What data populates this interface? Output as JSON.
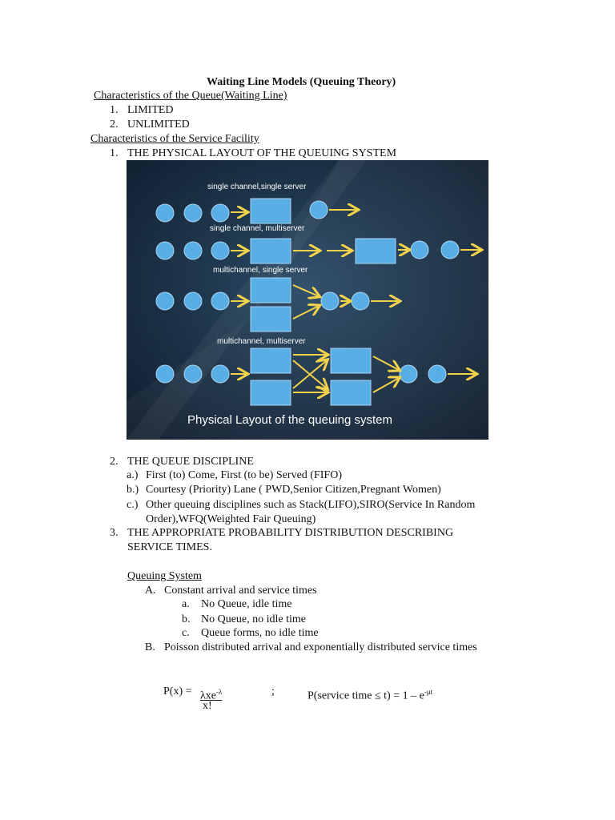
{
  "title": "Waiting Line Models (Queuing Theory)",
  "queue_characteristics": {
    "heading": "Characteristics of the Queue(Waiting Line)",
    "items": [
      {
        "num": "1.",
        "text": "LIMITED"
      },
      {
        "num": "2.",
        "text": "UNLIMITED"
      }
    ]
  },
  "service_facility": {
    "heading": "Characteristics  of the Service Facility",
    "item1": {
      "num": "1.",
      "text": "THE PHYSICAL LAYOUT OF THE QUEUING SYSTEM"
    }
  },
  "figure": {
    "labels": {
      "single_single": "single channel,single server",
      "single_multi": "single channel, multiserver",
      "multi_single": "multichannel, single server",
      "multi_multi": "multichannel, multiserver"
    },
    "caption": "Physical Layout of the queuing system",
    "colors": {
      "background": "#16263a",
      "node": "#5aaee6",
      "arrow": "#f2d24b"
    }
  },
  "discipline": {
    "num": "2.",
    "heading": "THE QUEUE DISCIPLINE",
    "items": [
      {
        "mark": "a.)",
        "text": "First (to) Come, First (to be) Served (FIFO)"
      },
      {
        "mark": "b.)",
        "text": "Courtesy (Priority) Lane ( PWD,Senior Citizen,Pregnant Women)"
      },
      {
        "mark": "c.)",
        "text": "Other queuing disciplines such as Stack(LIFO),SIRO(Service In Random",
        "cont": "Order),WFQ(Weighted Fair Queuing)"
      }
    ]
  },
  "distribution": {
    "num": "3.",
    "line1": "THE APPROPRIATE PROBABILITY DISTRIBUTION DESCRIBING",
    "line2": "SERVICE TIMES."
  },
  "queuing_system": {
    "heading": "Queuing System",
    "A": {
      "mark": "A.",
      "text": "Constant arrival and service times"
    },
    "A_items": [
      {
        "mark": "a.",
        "text": "No Queue, idle time"
      },
      {
        "mark": "b.",
        "text": "No Queue, no idle time"
      },
      {
        "mark": "c.",
        "text": "Queue forms, no idle time"
      }
    ],
    "B": {
      "mark": "B.",
      "text": "Poisson distributed arrival and exponentially distributed service times"
    }
  },
  "formula": {
    "lhs": "P(x)  =",
    "numerator": "λxe",
    "num_sup": "-λ",
    "denominator": "x!",
    "separator": ";",
    "rhs": "P(service time ≤ t) = 1 – e",
    "rhs_sup": "-μt"
  }
}
